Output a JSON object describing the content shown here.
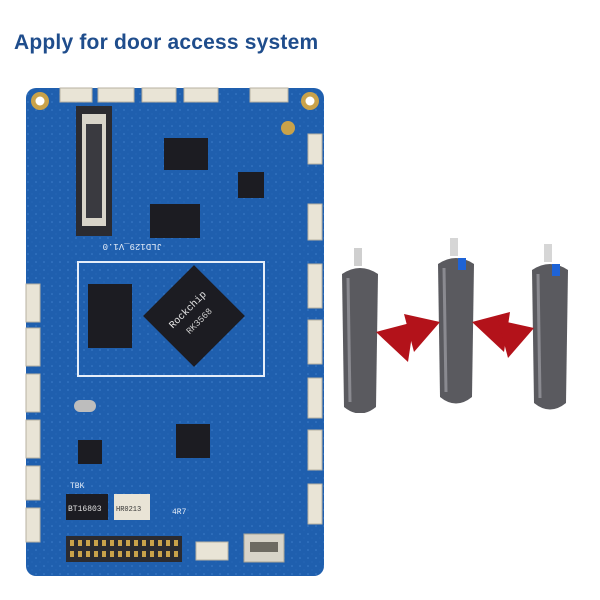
{
  "page": {
    "title": "Apply for door access system"
  },
  "board": {
    "soc_brand": "Rockchip",
    "soc_model": "RK3568",
    "board_label": "JLD129_V1.0",
    "serial_left": "BT16803",
    "serial_right": "HR0213",
    "connector_label": "TBK",
    "small_mark": "4R7",
    "colors": {
      "pcb": "#1f5fae",
      "pcb_dark": "#174b8e",
      "chip": "#1c1c22",
      "gold": "#c9a24a"
    }
  },
  "gates": {
    "count": 3,
    "colors": {
      "body": "#5a5a5f",
      "flap": "#b3121a",
      "screen": "#1e63d6"
    }
  }
}
